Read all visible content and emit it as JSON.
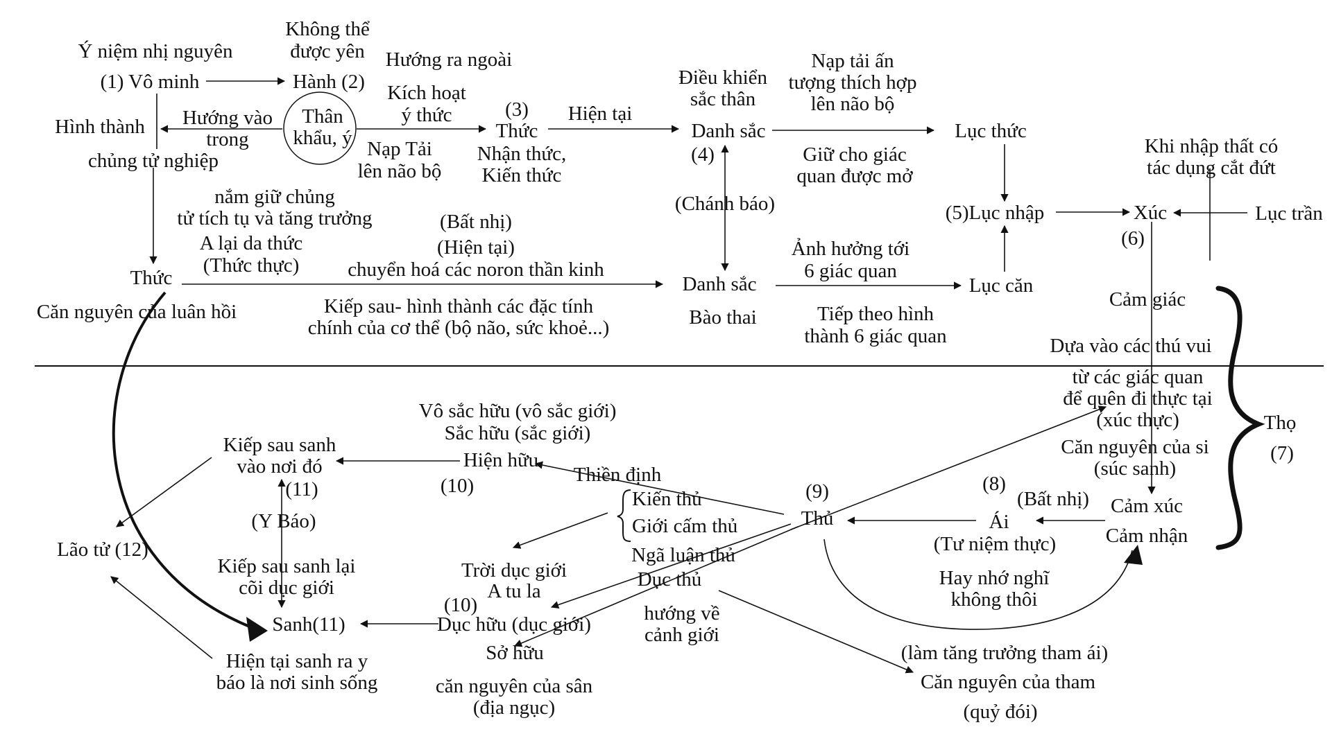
{
  "nodes": {
    "y_niem": "Ý niệm nhị nguyên",
    "khong_the_1": "Không thể",
    "khong_the_2": "được yên",
    "huong_ra_ngoai": "Hướng ra ngoài",
    "vo_minh": "(1) Vô minh",
    "hanh": "Hành (2)",
    "kich_hoat_1": "Kích hoạt",
    "kich_hoat_2": "ý thức",
    "dieu_khien_1": "Điều khiển",
    "dieu_khien_2": "sắc thân",
    "nap_tai_an_1": "Nạp tải ấn",
    "nap_tai_an_2": "tượng thích hợp",
    "nap_tai_an_3": "lên não bộ",
    "hinh_thanh": "Hình thành",
    "chung_tu_nghiep": "chủng tử nghiệp",
    "huong_vao_1": "Hướng vào",
    "huong_vao_2": "trong",
    "than_1": "Thân",
    "than_2": "khẩu, ý",
    "num3": "(3)",
    "thuc3": "Thức",
    "hien_tai_top": "Hiện tại",
    "danh_sac_top": "Danh sắc",
    "luc_thuc": "Lục thức",
    "nap_tai_1": "Nạp Tải",
    "nap_tai_2": "lên não bộ",
    "nhan_thuc_1": "Nhận thức,",
    "nhan_thuc_2": "Kiến thức",
    "num4": "(4)",
    "giu_1": "Giữ cho giác",
    "giu_2": "quan được mở",
    "khi_nhap_1": "Khi nhập thất có",
    "khi_nhap_2": "tác dụng cắt đứt",
    "nam_giu_1": "nắm giữ chủng",
    "nam_giu_2": "tử tích tụ và tăng trưởng",
    "chanh_bao": "(Chánh báo)",
    "luc_nhap": "(5)Lục nhập",
    "xuc": "Xúc",
    "luc_tran": "Lục trần",
    "bat_nhi_top": "(Bất nhị)",
    "a_lai_1": "A lại da thức",
    "a_lai_2": "(Thức thực)",
    "hien_tai_paren": "(Hiện tại)",
    "chuyen_hoa": "chuyển hoá các noron thần kinh",
    "anh_huong_1": "Ảnh hưởng tới",
    "anh_huong_2": "6 giác quan",
    "num6": "(6)",
    "thuc_left": "Thức",
    "danh_sac_bot": "Danh sắc",
    "luc_can": "Lục căn",
    "cam_giac": "Cảm giác",
    "can_nguyen_luan_hoi": "Căn nguyên của luân hồi",
    "kiep_sau_1": "Kiếp sau- hình thành các đặc tính",
    "kiep_sau_2": "chính của cơ thể (bộ não, sức khoẻ...)",
    "bao_thai": "Bào thai",
    "tiep_theo_1": "Tiếp theo hình",
    "tiep_theo_2": "thành 6 giác quan",
    "dua_vao": "Dựa vào các thú vui",
    "tu_cac_1": "từ các giác quan",
    "tu_cac_2": "để quên đi thực tại",
    "tu_cac_3": "(xúc thực)",
    "vo_sac_huu": "Vô sắc hữu (vô sắc giới)",
    "sac_huu": "Sắc hữu (sắc giới)",
    "tho": "Thọ",
    "kiep_sau_sanh_1": "Kiếp sau sanh",
    "kiep_sau_sanh_2": "vào nơi đó",
    "hien_huu": "Hiện hữu",
    "can_nguyen_si_1": "Căn nguyên của si",
    "can_nguyen_si_2": "(súc sanh)",
    "num7": "(7)",
    "thien_dinh": "Thiền định",
    "num10a": "(10)",
    "num11a": "(11)",
    "num9": "(9)",
    "num8": "(8)",
    "kien_thu": "Kiến thủ",
    "bat_nhi_bot": "(Bất nhị)",
    "cam_xuc": "Cảm xúc",
    "y_bao": "(Y Báo)",
    "thu": "Thủ",
    "ai": "Ái",
    "gioi_cam_thu": "Giới cấm thủ",
    "cam_nhan": "Cảm nhận",
    "lao_tu": "Lão tử (12)",
    "tu_niem_thuc": "(Tư niệm thực)",
    "nga_luan_thu": "Ngã luận thủ",
    "kiep_sau_lai_1": "Kiếp sau sanh lại",
    "kiep_sau_lai_2": "cõi dục giới",
    "troi_duc_gioi": "Trời dục giới",
    "duc_thu": "Dục thủ",
    "hay_nho_1": "Hay nhớ nghĩ",
    "hay_nho_2": "không thôi",
    "a_tu_la": "A tu la",
    "num10b": "(10)",
    "huong_ve_1": "hướng về",
    "huong_ve_2": "cảnh giới",
    "sanh": "Sanh(11)",
    "duc_huu": "Dục hữu (dục giới)",
    "hien_tai_sanh_1": "Hiện tại sanh ra y",
    "hien_tai_sanh_2": "báo là nơi sinh sống",
    "so_huu": "Sở hữu",
    "lam_tang": "(làm tăng trưởng tham ái)",
    "can_nguyen_san_1": "căn nguyên của sân",
    "can_nguyen_san_2": "(địa ngục)",
    "can_nguyen_tham": "Căn nguyên của tham",
    "quy_doi": "(quỷ đói)"
  }
}
